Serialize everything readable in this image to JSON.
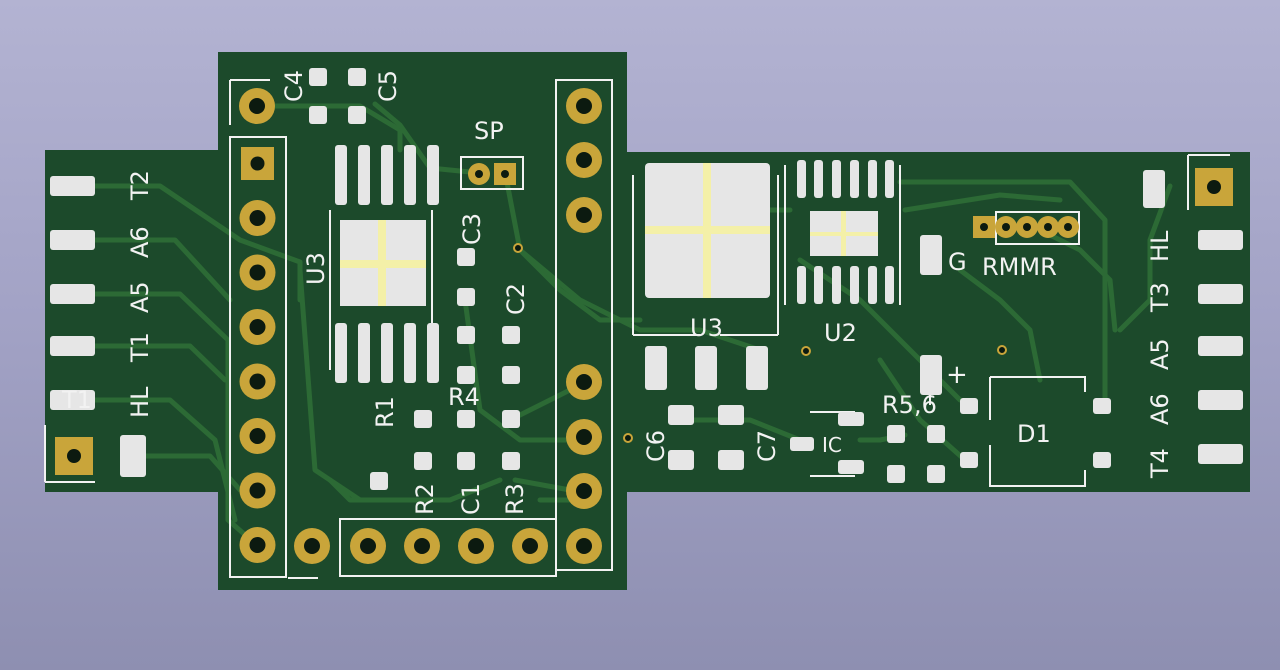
{
  "scene": {
    "background_top": "#b3b3d2",
    "background_bottom": "#8e8fb1",
    "board_color": "#1c4a2b",
    "trace_color": "#2c6a35",
    "silk_color": "#f2f2f2",
    "pad_color": "#e6e6e6",
    "gold_color": "#c9a53a"
  },
  "labels": {
    "c4": "C4",
    "c5": "C5",
    "sp": "SP",
    "u3_left": "U3",
    "c3": "C3",
    "c2": "C2",
    "r1": "R1",
    "r4": "R4",
    "r2": "R2",
    "c1": "C1",
    "r3": "R3",
    "left_t2": "T2",
    "left_a6": "A6",
    "left_a5": "A5",
    "left_t1": "T1",
    "left_hl": "HL",
    "left_t1_bottom": "T1",
    "u3_right": "U3",
    "u2": "U2",
    "g": "G",
    "rmmr": "RMMR",
    "c6": "C6",
    "c7": "C7",
    "ic": "IC",
    "r56": "R5,6",
    "d1": "D1",
    "plus": "+",
    "right_hl": "HL",
    "right_t3": "T3",
    "right_a5": "A5",
    "right_a6": "A6",
    "right_t4": "T4"
  }
}
